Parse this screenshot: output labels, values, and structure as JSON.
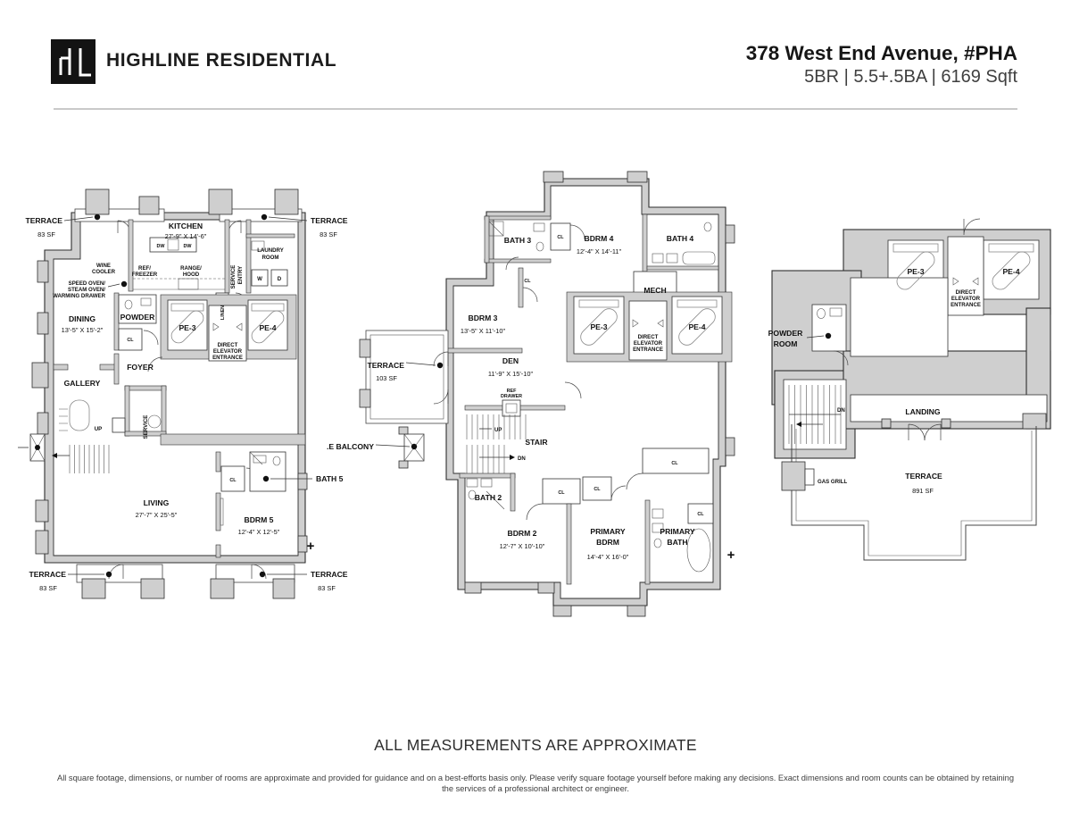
{
  "header": {
    "brand": "HIGHLINE RESIDENTIAL",
    "address": "378 West End Avenue, #PHA",
    "specs": "5BR | 5.5+.5BA | 6169 Sqft"
  },
  "footer": {
    "note": "ALL MEASUREMENTS ARE APPROXIMATE",
    "disclaimer_line1": "All square footage, dimensions, or number of rooms are approximate and provided for guidance and on a best-efforts basis only. Please verify square footage yourself before making any decisions. Exact dimensions and room counts can be obtained by retaining",
    "disclaimer_line2": "the services of a professional architect or engineer."
  },
  "labels": {
    "terrace": "TERRACE",
    "sf83": "83 SF",
    "sf103": "103 SF",
    "sf891": "891 SF",
    "cl": "CL",
    "pe3": "PE-3",
    "pe4": "PE-4",
    "direct": "DIRECT",
    "elevator": "ELEVATOR",
    "entrance": "ENTRANCE",
    "up": "UP",
    "dn": "DN",
    "w": "W",
    "d": "D",
    "dw": "DW",
    "linen": "LINEN",
    "plus": "+"
  },
  "floor1": {
    "kitchen": "KITCHEN",
    "kitchen_dim": "27'-9\" X 14'-6\"",
    "laundry1": "LAUNDRY",
    "laundry2": "ROOM",
    "service_entry1": "SERVICE",
    "service_entry2": "ENTRY",
    "wine1": "WINE",
    "wine2": "COOLER",
    "ref1": "REF/",
    "ref2": "FREEZER",
    "range1": "RANGE/",
    "range2": "HOOD",
    "speed1": "SPEED OVEN/",
    "speed2": "STEAM OVEN/",
    "speed3": "WARMING DRAWER",
    "dining": "DINING",
    "dining_dim": "13'-5\" X 15'-2\"",
    "powder": "POWDER",
    "foyer": "FOYER",
    "gallery": "GALLERY",
    "service": "SERVICE",
    "living": "LIVING",
    "living_dim": "27'-7\" X 25'-5\"",
    "bdrm5": "BDRM 5",
    "bdrm5_dim": "12'-4\" X 12'-5\"",
    "bath5": "BATH 5"
  },
  "floor2": {
    "bath3": "BATH 3",
    "bdrm4": "BDRM 4",
    "bdrm4_dim": "12'-4\" X 14'-11\"",
    "bath4": "BATH 4",
    "bdrm3": "BDRM 3",
    "bdrm3_dim": "13'-5\" X 11'-10\"",
    "mech": "MECH",
    "den": "DEN",
    "den_dim": "11'-9\" X 15'-10\"",
    "ref_drawer1": "REF",
    "ref_drawer2": "DRAWER",
    "stair": "STAIR",
    "balcony": ".E BALCONY",
    "bath2": "BATH 2",
    "bdrm2": "BDRM 2",
    "bdrm2_dim": "12'-7\" X 10'-10\"",
    "primary": "PRIMARY",
    "bdrm": "BDRM",
    "primary_dim": "14'-4\" X 16'-0\"",
    "bath": "BATH"
  },
  "floor3": {
    "powder1": "POWDER",
    "powder2": "ROOM",
    "landing": "LANDING",
    "gas_grill": "GAS GRILL",
    "terrace": "TERRACE"
  }
}
